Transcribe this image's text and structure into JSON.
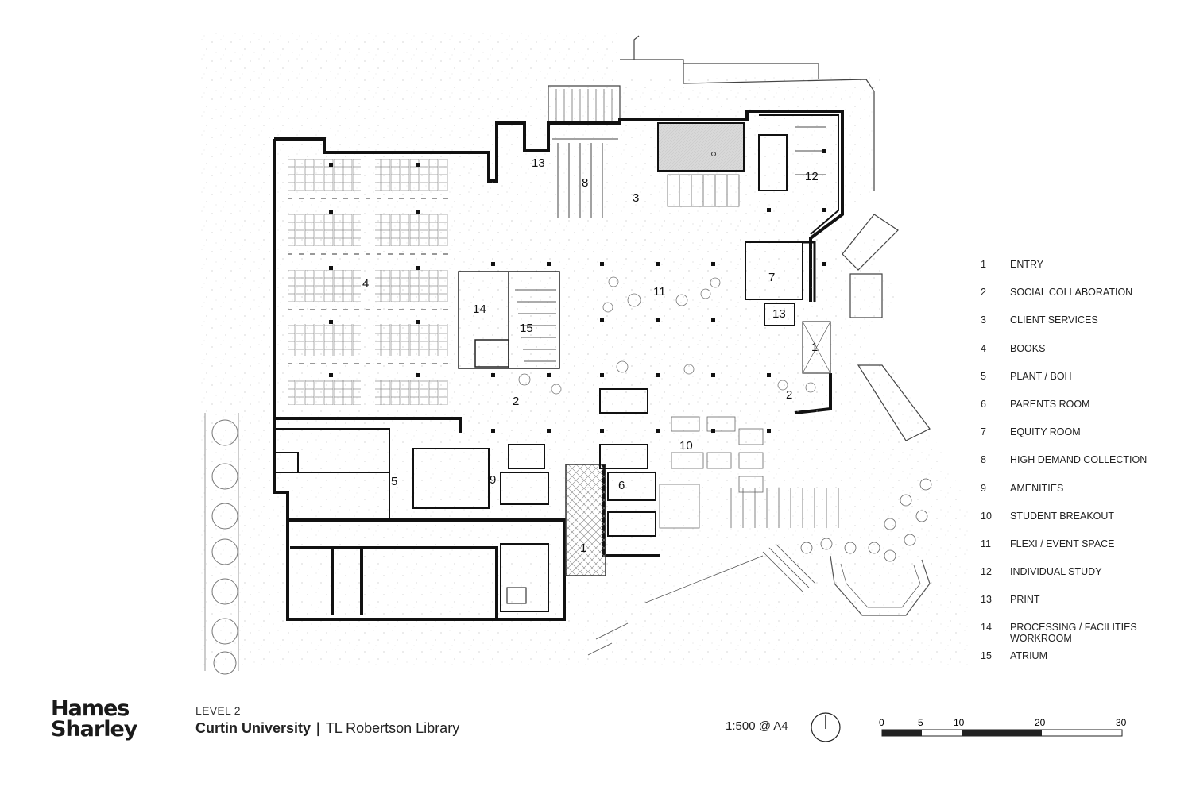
{
  "rooms": [
    {
      "number": "1"
    },
    {
      "number": "1"
    },
    {
      "number": "2"
    },
    {
      "number": "2"
    },
    {
      "number": "3"
    },
    {
      "number": "4"
    },
    {
      "number": "5"
    },
    {
      "number": "6"
    },
    {
      "number": "7"
    },
    {
      "number": "8"
    },
    {
      "number": "9"
    },
    {
      "number": "10"
    },
    {
      "number": "11"
    },
    {
      "number": "12"
    },
    {
      "number": "13"
    },
    {
      "number": "13"
    },
    {
      "number": "14"
    },
    {
      "number": "15"
    }
  ],
  "legend": [
    {
      "num": "1",
      "label": "ENTRY"
    },
    {
      "num": "2",
      "label": "SOCIAL COLLABORATION"
    },
    {
      "num": "3",
      "label": "CLIENT SERVICES"
    },
    {
      "num": "4",
      "label": "BOOKS"
    },
    {
      "num": "5",
      "label": "PLANT / BOH"
    },
    {
      "num": "6",
      "label": "PARENTS ROOM"
    },
    {
      "num": "7",
      "label": "EQUITY ROOM"
    },
    {
      "num": "8",
      "label": "HIGH DEMAND COLLECTION"
    },
    {
      "num": "9",
      "label": "AMENITIES"
    },
    {
      "num": "10",
      "label": "STUDENT BREAKOUT"
    },
    {
      "num": "11",
      "label": "FLEXI / EVENT SPACE"
    },
    {
      "num": "12",
      "label": "INDIVIDUAL STUDY"
    },
    {
      "num": "13",
      "label": "PRINT"
    },
    {
      "num": "14",
      "label": "PROCESSING / FACILITIES WORKROOM"
    },
    {
      "num": "15",
      "label": "ATRIUM"
    }
  ],
  "logo": {
    "line1": "Hames",
    "line2": "Sharley"
  },
  "title": {
    "level": "LEVEL 2",
    "university": "Curtin University",
    "separator": "|",
    "library": "TL Robertson Library"
  },
  "scale": {
    "text": "1:500 @ A4",
    "ticks": [
      "0",
      "5",
      "10",
      "20",
      "30"
    ]
  }
}
